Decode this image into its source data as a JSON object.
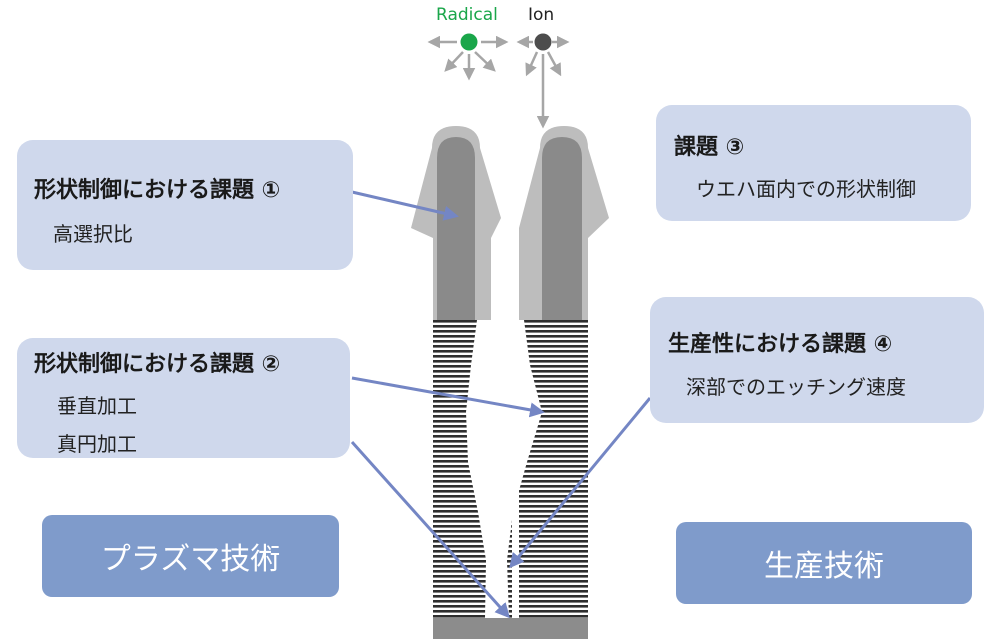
{
  "legend": {
    "radical_label": "Radical",
    "ion_label": "Ion",
    "radical_color": "#1aa64a",
    "ion_color": "#4d4d4d"
  },
  "box1": {
    "title": "形状制御における課題 ①",
    "lines": [
      "高選択比"
    ]
  },
  "box2": {
    "title": "形状制御における課題 ②",
    "lines": [
      "垂直加工",
      "真円加工"
    ]
  },
  "box3": {
    "title": "課題 ③",
    "lines": [
      "ウエハ面内での形状制御"
    ]
  },
  "box4": {
    "title": "生産性における課題 ④",
    "lines": [
      "深部でのエッチング速度"
    ]
  },
  "tech_left": "プラズマ技術",
  "tech_right": "生産技術",
  "colors": {
    "callout_box": "#cfd8ec",
    "tech_box": "#7f9bcb",
    "arrow": "#7486c4",
    "mask": "#bdbdbd",
    "mask_core": "#8a8a8a",
    "substrate": "#8c8c8c",
    "particle_arrow": "#a6a6a6"
  }
}
